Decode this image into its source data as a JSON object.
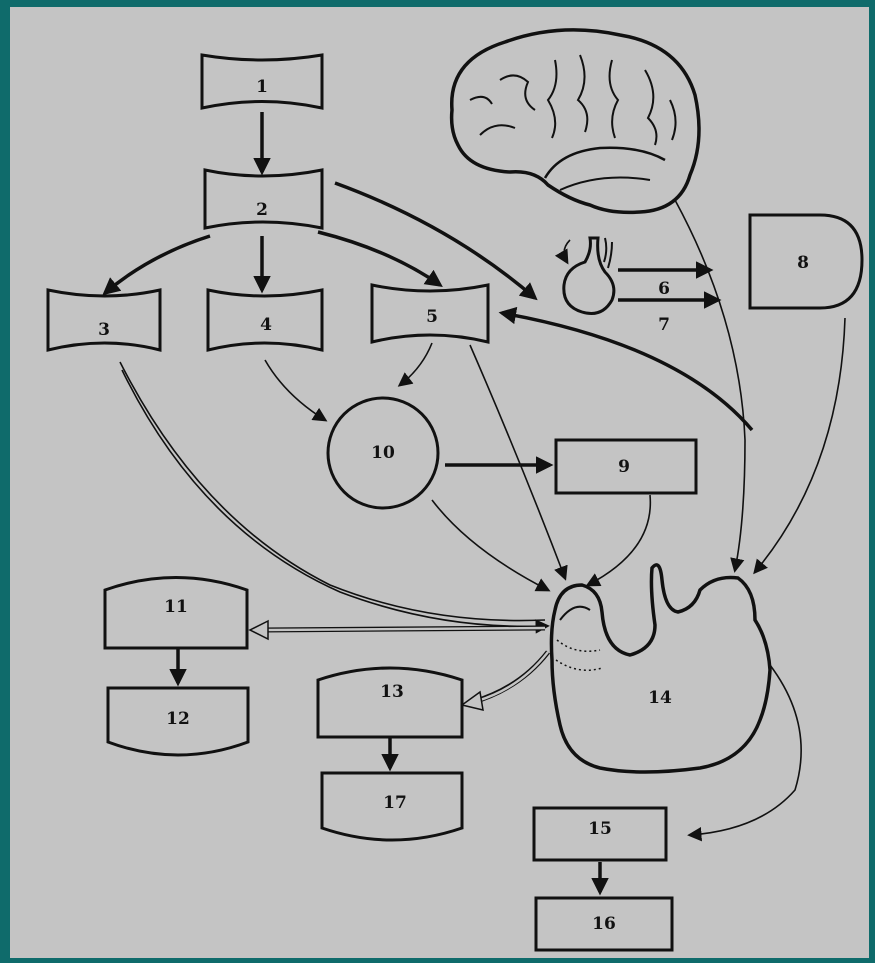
{
  "colors": {
    "frame": "#0f6b6b",
    "panel": "#c4c4c4",
    "ink": "#111111"
  },
  "diagram": {
    "labels": {
      "n1": "1",
      "n2": "2",
      "n3": "3",
      "n4": "4",
      "n5": "5",
      "n6": "6",
      "n7": "7",
      "n8": "8",
      "n9": "9",
      "n10": "10",
      "n11": "11",
      "n12": "12",
      "n13": "13",
      "n14": "14",
      "n15": "15",
      "n16": "16",
      "n17": "17"
    },
    "icons": [
      "brain-icon",
      "pituitary-gland-icon",
      "thyroid-gland-icon"
    ]
  }
}
